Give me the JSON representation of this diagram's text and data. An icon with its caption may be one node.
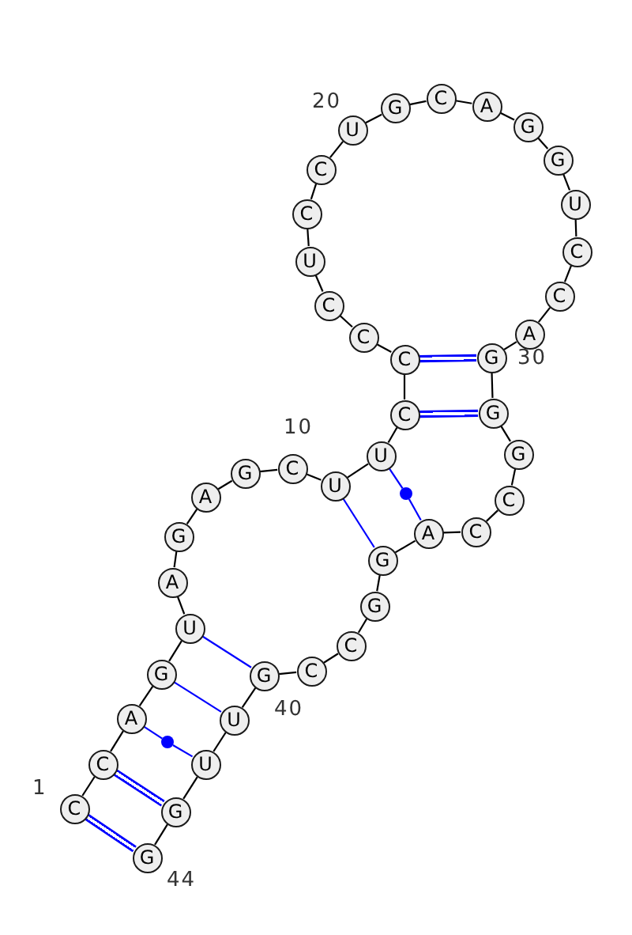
{
  "diagram": {
    "nodes": [
      {
        "text": [
          "C"
        ],
        "beside": [
          "1"
        ]
      },
      {
        "text": [
          "C"
        ]
      },
      {
        "text": [
          "A"
        ]
      },
      {
        "text": [
          "G"
        ]
      },
      {
        "text": [
          "U"
        ]
      },
      {
        "text": [
          "A"
        ]
      },
      {
        "text": [
          "G"
        ]
      },
      {
        "text": [
          "A"
        ]
      },
      {
        "text": [
          "G"
        ]
      },
      {
        "text": [
          "C"
        ],
        "beside": [
          "10"
        ]
      },
      {
        "text": [
          "U"
        ]
      },
      {
        "text": [
          "U"
        ]
      },
      {
        "text": [
          "C"
        ]
      },
      {
        "text": [
          "C"
        ]
      },
      {
        "text": [
          "C"
        ]
      },
      {
        "text": [
          "C"
        ]
      },
      {
        "text": [
          "U"
        ]
      },
      {
        "text": [
          "C"
        ]
      },
      {
        "text": [
          "C"
        ]
      },
      {
        "text": [
          "U"
        ],
        "beside": [
          "20"
        ]
      },
      {
        "text": [
          "G"
        ]
      },
      {
        "text": [
          "C"
        ]
      },
      {
        "text": [
          "A"
        ]
      },
      {
        "text": [
          "G"
        ]
      },
      {
        "text": [
          "G"
        ]
      },
      {
        "text": [
          "U"
        ]
      },
      {
        "text": [
          "C"
        ]
      },
      {
        "text": [
          "C"
        ]
      },
      {
        "text": [
          "A"
        ]
      },
      {
        "text": [
          "G"
        ]
      },
      {
        "text": [
          "G"
        ]
      },
      {
        "text": [
          "G"
        ]
      },
      {
        "text": [
          "C"
        ]
      },
      {
        "text": [
          "C"
        ]
      },
      {
        "text": [
          "A"
        ]
      },
      {
        "text": [
          "G"
        ]
      },
      {
        "text": [
          "G"
        ]
      },
      {
        "text": [
          "C"
        ]
      },
      {
        "text": [
          "C"
        ]
      },
      {
        "text": [
          "G"
        ],
        "beside": [
          "40"
        ]
      },
      {
        "text": [
          "U"
        ]
      },
      {
        "text": [
          "U"
        ]
      },
      {
        "text": [
          "G"
        ]
      },
      {
        "text": [
          "G"
        ],
        "beside": [
          "44"
        ]
      },
      {
        "text": [],
        "shape": "circle"
      },
      {
        "text": [],
        "shape": "circle"
      }
    ],
    "edges": [
      {
        "from": 0,
        "to": 1,
        "arrow": "none"
      },
      {
        "from": 1,
        "to": 2,
        "arrow": "none"
      },
      {
        "from": 2,
        "to": 3,
        "arrow": "none"
      },
      {
        "from": 3,
        "to": 4,
        "arrow": "none"
      },
      {
        "from": 4,
        "to": 5,
        "arrow": "none"
      },
      {
        "from": 5,
        "to": 6,
        "arrow": "none"
      },
      {
        "from": 6,
        "to": 7,
        "arrow": "none"
      },
      {
        "from": 7,
        "to": 8,
        "arrow": "none"
      },
      {
        "from": 8,
        "to": 9,
        "arrow": "none"
      },
      {
        "from": 9,
        "to": 10,
        "arrow": "none"
      },
      {
        "from": 10,
        "to": 11,
        "arrow": "none"
      },
      {
        "from": 11,
        "to": 12,
        "arrow": "none"
      },
      {
        "from": 12,
        "to": 13,
        "arrow": "none"
      },
      {
        "from": 13,
        "to": 14,
        "arrow": "none"
      },
      {
        "from": 14,
        "to": 15,
        "arrow": "none"
      },
      {
        "from": 15,
        "to": 16,
        "arrow": "none"
      },
      {
        "from": 16,
        "to": 17,
        "arrow": "none"
      },
      {
        "from": 17,
        "to": 18,
        "arrow": "none"
      },
      {
        "from": 18,
        "to": 19,
        "arrow": "none"
      },
      {
        "from": 19,
        "to": 20,
        "arrow": "none"
      },
      {
        "from": 20,
        "to": 21,
        "arrow": "none"
      },
      {
        "from": 21,
        "to": 22,
        "arrow": "none"
      },
      {
        "from": 22,
        "to": 23,
        "arrow": "none"
      },
      {
        "from": 23,
        "to": 24,
        "arrow": "none"
      },
      {
        "from": 24,
        "to": 25,
        "arrow": "none"
      },
      {
        "from": 25,
        "to": 26,
        "arrow": "none"
      },
      {
        "from": 26,
        "to": 27,
        "arrow": "none"
      },
      {
        "from": 27,
        "to": 28,
        "arrow": "none"
      },
      {
        "from": 28,
        "to": 29,
        "arrow": "none"
      },
      {
        "from": 29,
        "to": 30,
        "arrow": "none"
      },
      {
        "from": 30,
        "to": 31,
        "arrow": "none"
      },
      {
        "from": 31,
        "to": 32,
        "arrow": "none"
      },
      {
        "from": 32,
        "to": 33,
        "arrow": "none"
      },
      {
        "from": 33,
        "to": 34,
        "arrow": "none"
      },
      {
        "from": 34,
        "to": 35,
        "arrow": "none"
      },
      {
        "from": 35,
        "to": 36,
        "arrow": "none"
      },
      {
        "from": 36,
        "to": 37,
        "arrow": "none"
      },
      {
        "from": 37,
        "to": 38,
        "arrow": "none"
      },
      {
        "from": 38,
        "to": 39,
        "arrow": "none"
      },
      {
        "from": 39,
        "to": 40,
        "arrow": "none"
      },
      {
        "from": 40,
        "to": 41,
        "arrow": "none"
      },
      {
        "from": 41,
        "to": 42,
        "arrow": "none"
      },
      {
        "from": 42,
        "to": 43,
        "arrow": "none"
      },
      {
        "from": 0,
        "to": 43,
        "arrow": "none",
        "style": "thick",
        "color": "#0000ff"
      },
      {
        "from": 1,
        "to": 42,
        "arrow": "none",
        "style": "thick",
        "color": "#0000ff"
      },
      {
        "from": 2,
        "to": 44,
        "arrow": "none",
        "color": "#0000ff"
      },
      {
        "from": 44,
        "to": 41,
        "arrow": "none",
        "color": "#0000ff"
      },
      {
        "from": 3,
        "to": 40,
        "arrow": "none",
        "color": "#0000ff"
      },
      {
        "from": 4,
        "to": 39,
        "arrow": "none",
        "color": "#0000ff"
      },
      {
        "from": 10,
        "to": 35,
        "arrow": "none",
        "color": "#0000ff"
      },
      {
        "from": 11,
        "to": 45,
        "arrow": "none",
        "color": "#0000ff"
      },
      {
        "from": 45,
        "to": 34,
        "arrow": "none",
        "color": "#0000ff"
      },
      {
        "from": 12,
        "to": 30,
        "arrow": "none",
        "style": "thick",
        "color": "#0000ff"
      },
      {
        "from": 13,
        "to": 29,
        "arrow": "none",
        "style": "thick",
        "color": "#0000ff"
      }
    ],
    "labels": [
      "30"
    ]
  }
}
